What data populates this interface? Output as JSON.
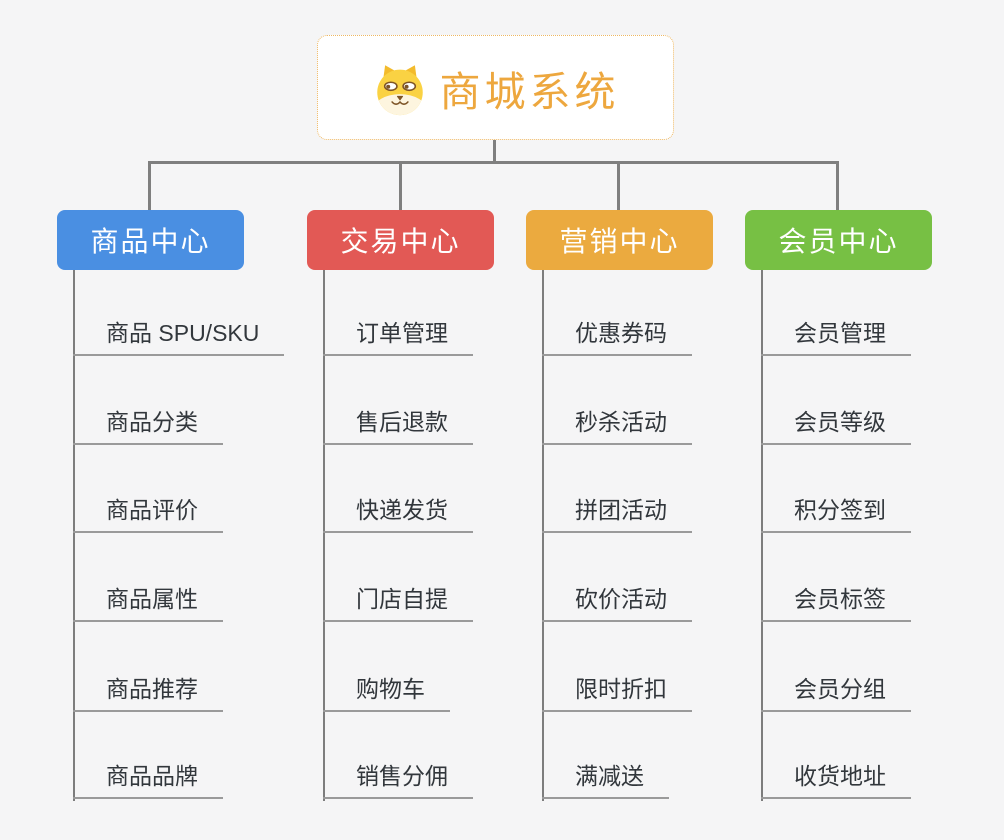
{
  "canvas": {
    "background": "#f5f5f6",
    "connector_color": "#7f7f7f"
  },
  "root": {
    "title": "商城系统",
    "title_color": "#eda73e",
    "border_color": "#eeb863",
    "icon": "dog-face"
  },
  "branches": [
    {
      "label": "商品中心",
      "color": "#4a8fe2",
      "items": [
        "商品 SPU/SKU",
        "商品分类",
        "商品评价",
        "商品属性",
        "商品推荐",
        "商品品牌"
      ]
    },
    {
      "label": "交易中心",
      "color": "#e25955",
      "items": [
        "订单管理",
        "售后退款",
        "快递发货",
        "门店自提",
        "购物车",
        "销售分佣"
      ]
    },
    {
      "label": "营销中心",
      "color": "#ebaa3f",
      "items": [
        "优惠券码",
        "秒杀活动",
        "拼团活动",
        "砍价活动",
        "限时折扣",
        "满减送"
      ]
    },
    {
      "label": "会员中心",
      "color": "#77c044",
      "items": [
        "会员管理",
        "会员等级",
        "积分签到",
        "会员标签",
        "会员分组",
        "收货地址"
      ]
    }
  ]
}
